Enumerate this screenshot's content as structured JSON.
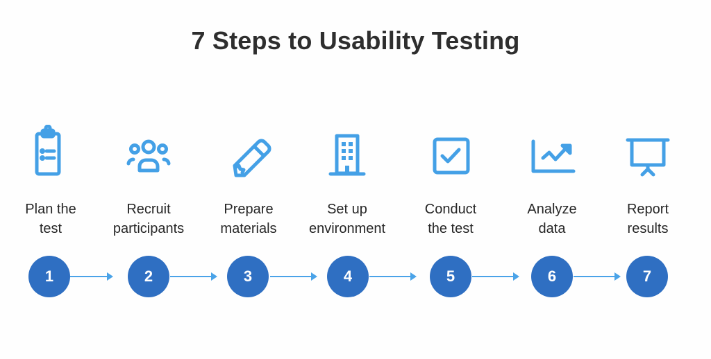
{
  "title": "7 Steps to Usability Testing",
  "colors": {
    "icon": "#44a0e6",
    "circle": "#2f6fc2",
    "arrow": "#4aa3e8",
    "title": "#2e2e2e"
  },
  "steps": [
    {
      "number": "1",
      "label_line1": "Plan the",
      "label_line2": "test",
      "icon": "clipboard-icon"
    },
    {
      "number": "2",
      "label_line1": "Recruit",
      "label_line2": "participants",
      "icon": "people-group-icon"
    },
    {
      "number": "3",
      "label_line1": "Prepare",
      "label_line2": "materials",
      "icon": "pencil-icon"
    },
    {
      "number": "4",
      "label_line1": "Set up",
      "label_line2": "environment",
      "icon": "building-icon"
    },
    {
      "number": "5",
      "label_line1": "Conduct",
      "label_line2": "the test",
      "icon": "checkbox-icon"
    },
    {
      "number": "6",
      "label_line1": "Analyze",
      "label_line2": "data",
      "icon": "trend-chart-icon"
    },
    {
      "number": "7",
      "label_line1": "Report",
      "label_line2": "results",
      "icon": "presentation-board-icon"
    }
  ]
}
